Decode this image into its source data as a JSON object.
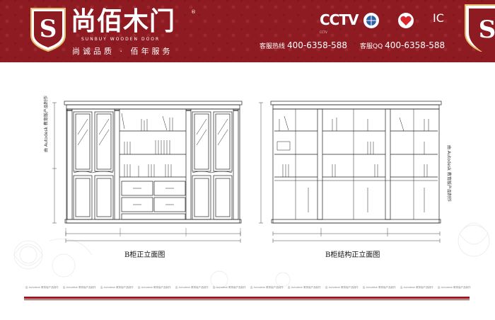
{
  "header": {
    "brand_cn": "尚佰木门",
    "brand_en": "SUNBUY WOODEN DOOR",
    "registered": "®",
    "slogan": "尚诚品质 · 佰年服务",
    "logo_letter": "S",
    "colors": {
      "primary": "#8e1b22",
      "white": "#ffffff",
      "accent": "#e6b96a"
    }
  },
  "certifications": [
    {
      "mark": "CCTV",
      "caption": "CCTV"
    },
    {
      "mark": "",
      "caption": ""
    },
    {
      "mark": "",
      "caption": ""
    },
    {
      "mark": "IC",
      "caption": ""
    }
  ],
  "contact": [
    {
      "label": "客服热线",
      "value": "400-6358-588"
    },
    {
      "label": "客服QQ",
      "value": "400-6358-588"
    }
  ],
  "drawings": {
    "left_caption": "B柜正立面图",
    "right_caption": "B柜结构正立面图",
    "left_vertical_label": "由 Autodesk 教育版产品制作",
    "right_vertical_label": "由 Autodesk 教育版产品制作"
  },
  "footer": {
    "watermark_items": [
      "由 Autodesk 教育版产品制作",
      "由 Autodesk 教育版产品制作",
      "由 Autodesk 教育版产品制作",
      "由 Autodesk 教育版产品制作",
      "由 Autodesk 教育版产品制作",
      "由 Autodesk 教育版产品制作",
      "由 Autodesk 教育版产品制作",
      "由 Autodesk 教育版产品制作",
      "由 Autodesk 教育版产品制作",
      "由 Autodesk 教育版产品制作",
      "由 Autodesk 教育版产品制作",
      "由 Autodesk 教育版产品制作"
    ]
  }
}
